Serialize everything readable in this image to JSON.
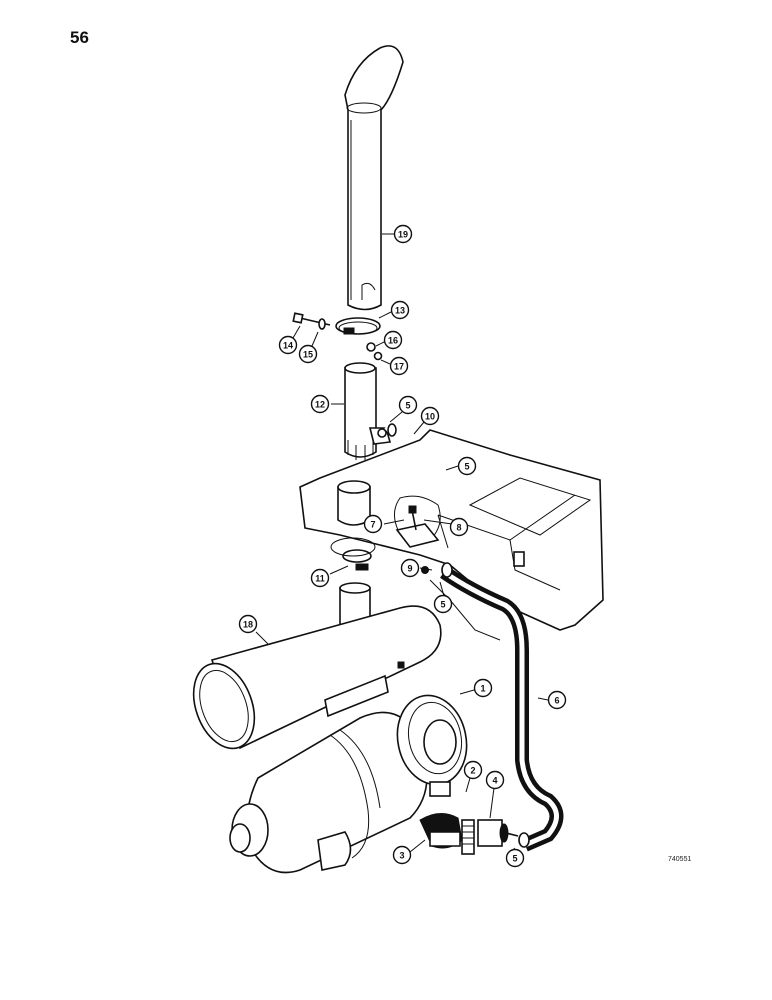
{
  "page": {
    "number": "56",
    "drawing_id": "740551"
  },
  "callouts": [
    {
      "id": "19",
      "label": "19"
    },
    {
      "id": "13",
      "label": "13"
    },
    {
      "id": "14",
      "label": "14"
    },
    {
      "id": "15",
      "label": "15"
    },
    {
      "id": "16",
      "label": "16"
    },
    {
      "id": "17",
      "label": "17"
    },
    {
      "id": "12",
      "label": "12"
    },
    {
      "id": "5a",
      "label": "5"
    },
    {
      "id": "10",
      "label": "10"
    },
    {
      "id": "5b",
      "label": "5"
    },
    {
      "id": "7",
      "label": "7"
    },
    {
      "id": "8",
      "label": "8"
    },
    {
      "id": "9",
      "label": "9"
    },
    {
      "id": "11",
      "label": "11"
    },
    {
      "id": "5c",
      "label": "5"
    },
    {
      "id": "18",
      "label": "18"
    },
    {
      "id": "1",
      "label": "1"
    },
    {
      "id": "6",
      "label": "6"
    },
    {
      "id": "2",
      "label": "2"
    },
    {
      "id": "4",
      "label": "4"
    },
    {
      "id": "3",
      "label": "3"
    },
    {
      "id": "5d",
      "label": "5"
    }
  ]
}
